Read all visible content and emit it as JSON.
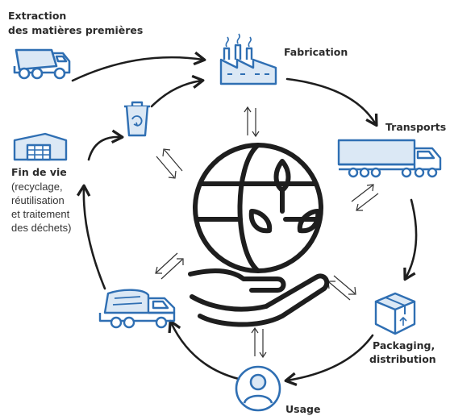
{
  "colors": {
    "accent": "#2f6fb3",
    "accent_light": "#dbe8f5",
    "ink": "#1e1e1e",
    "text": "#2b2b2b"
  },
  "stages": {
    "extraction": {
      "label_line1": "Extraction",
      "label_line2": "des matières premières",
      "icon": "dump-truck-icon"
    },
    "fabrication": {
      "label": "Fabrication",
      "icon": "factory-icon"
    },
    "transports": {
      "label": "Transports",
      "icon": "semi-truck-icon"
    },
    "packaging": {
      "label_line1": "Packaging,",
      "label_line2": "distribution",
      "icon": "package-box-icon"
    },
    "usage": {
      "label": "Usage",
      "icon": "user-avatar-icon"
    },
    "collection": {
      "icon": "garbage-truck-icon"
    },
    "recycling_bin": {
      "icon": "recycling-bin-icon"
    },
    "end_of_life": {
      "label": "Fin de vie",
      "details": [
        "(recyclage,",
        "réutilisation",
        "et traitement",
        "des déchets)"
      ],
      "icon": "warehouse-icon"
    }
  },
  "center": {
    "icon": "globe-in-hand-icon"
  }
}
